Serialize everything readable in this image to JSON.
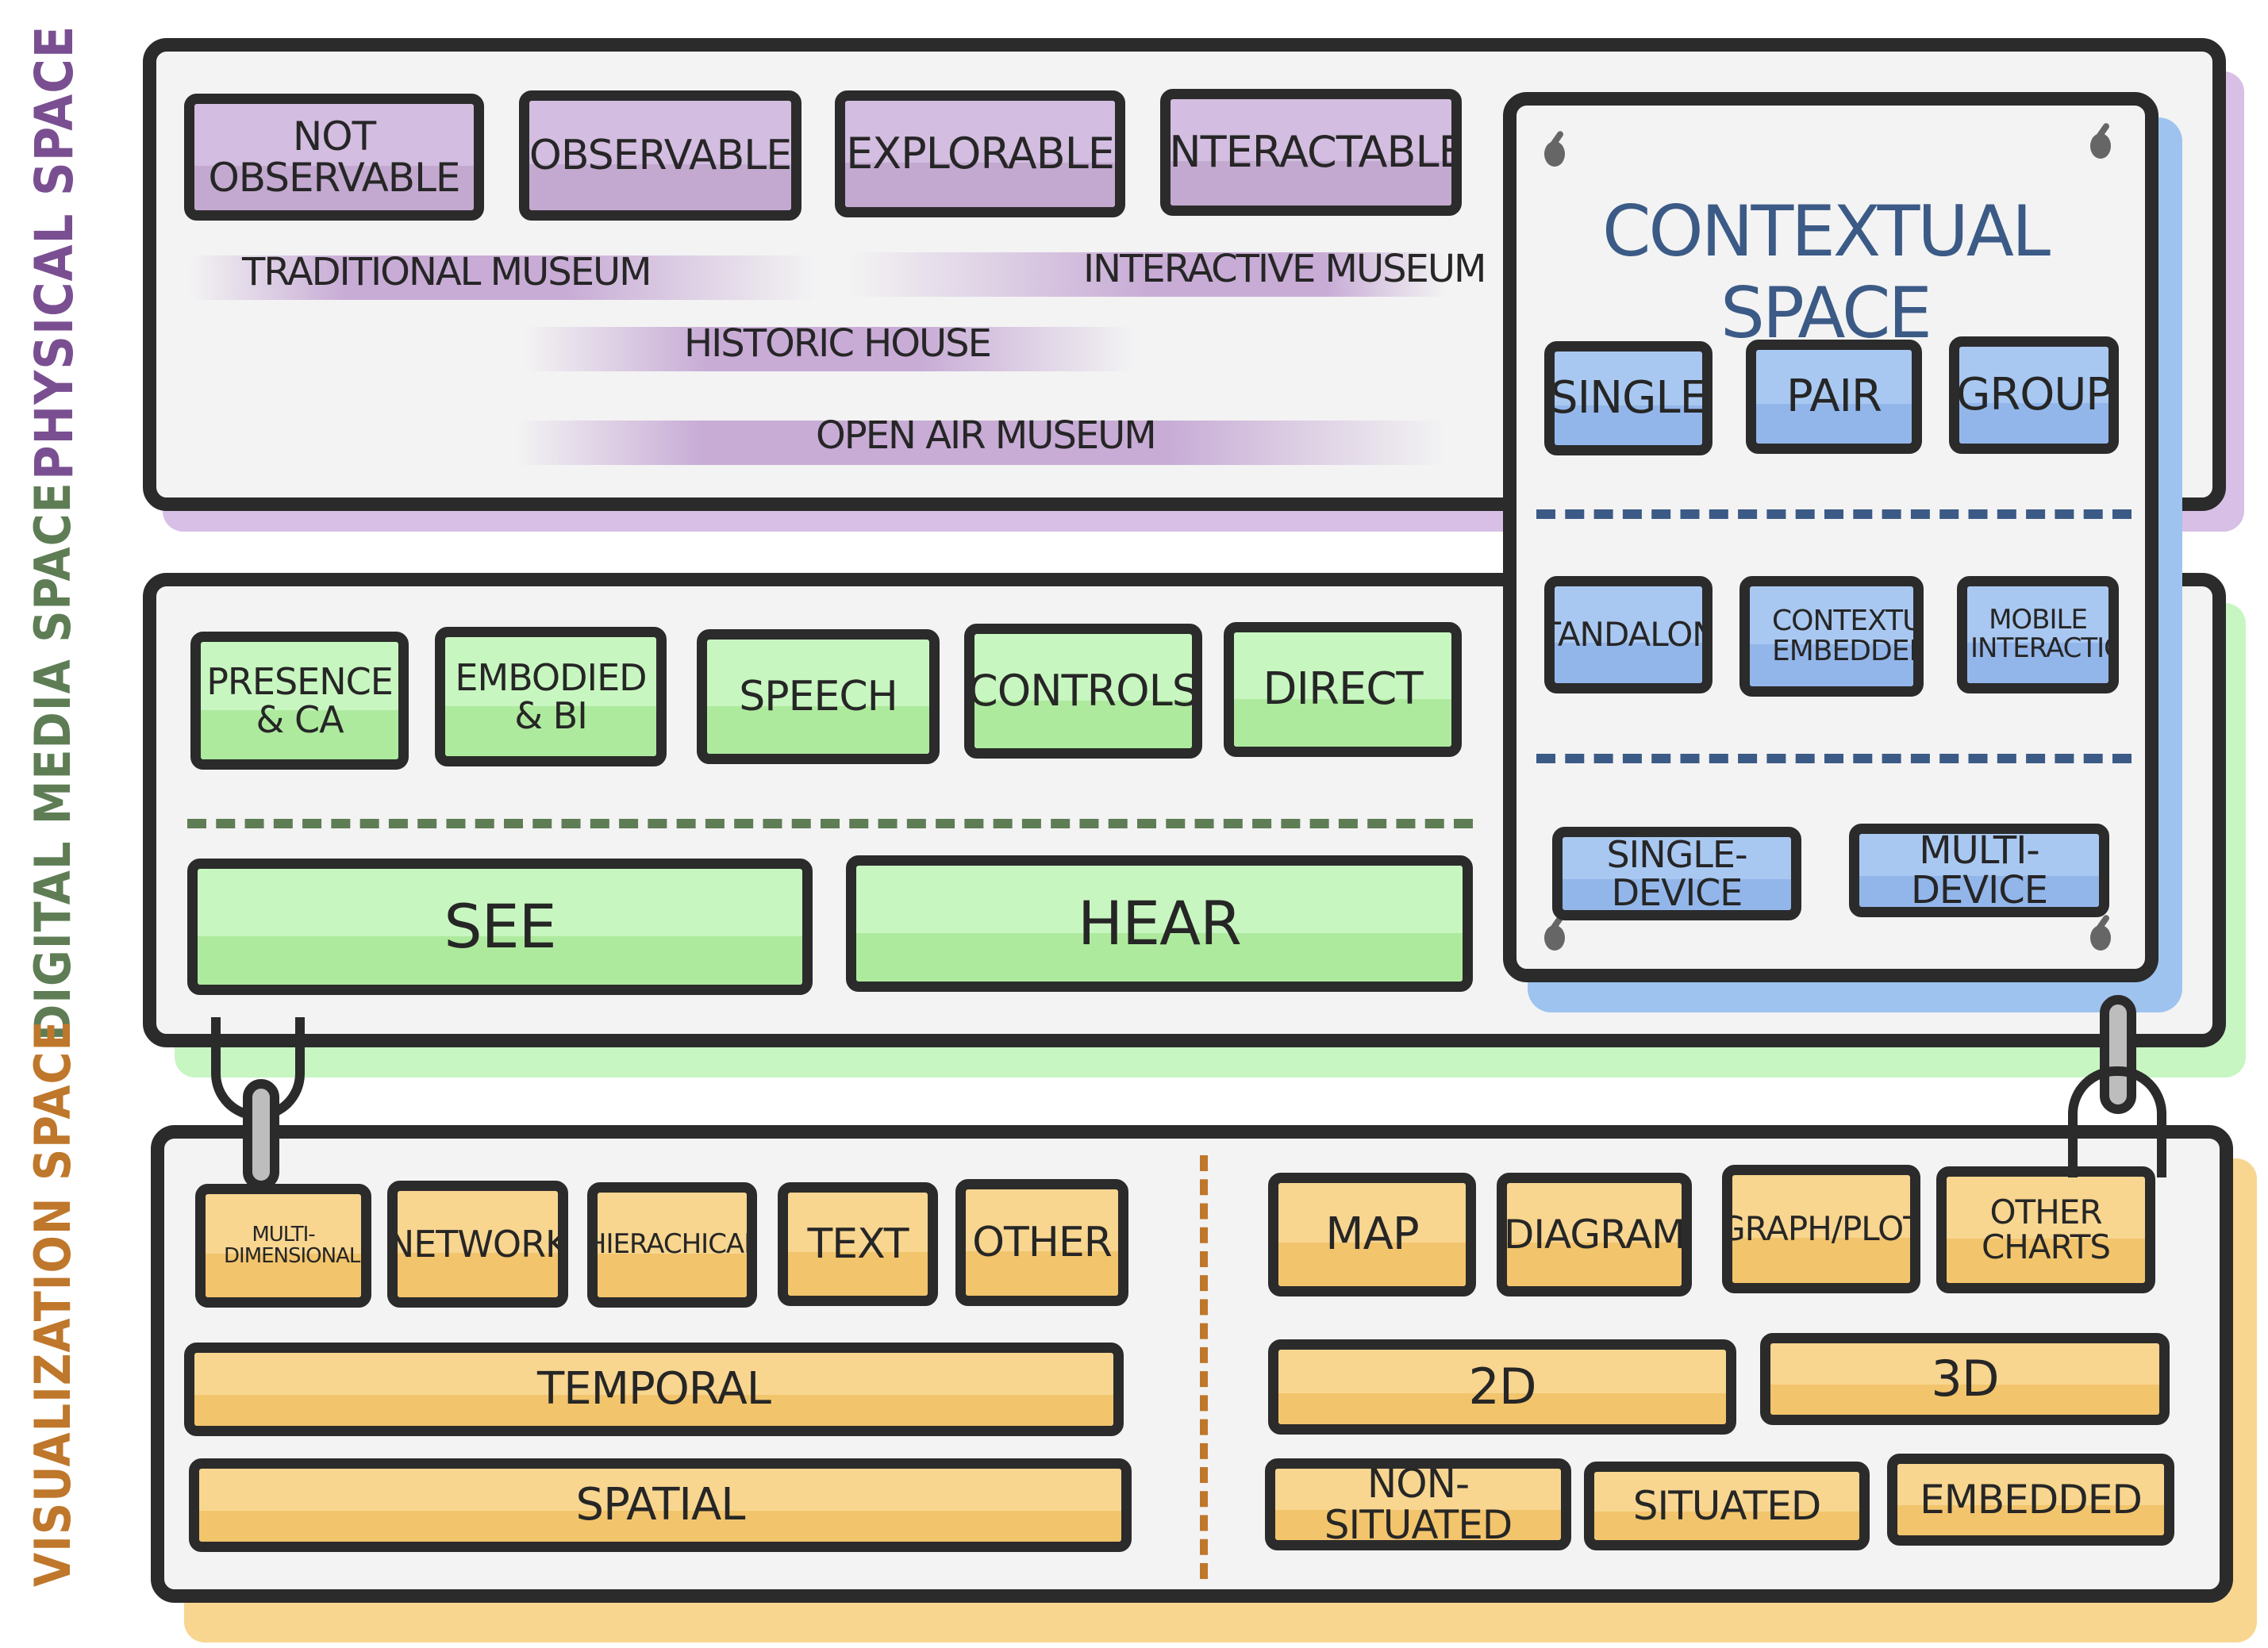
{
  "physical_space": {
    "title": "PHYSICAL SPACE",
    "color": "#7a4f91",
    "levels": [
      "NOT OBSERVABLE",
      "OBSERVABLE",
      "EXPLORABLE",
      "INTERACTABLE"
    ],
    "museum_types": [
      "TRADITIONAL MUSEUM",
      "INTERACTIVE MUSEUM",
      "HISTORIC HOUSE",
      "OPEN AIR MUSEUM"
    ]
  },
  "contextual_space": {
    "title": "CONTEXTUAL SPACE",
    "color": "#3b5a86",
    "group_sizes": [
      "SINGLE",
      "PAIR",
      "GROUP"
    ],
    "integration": [
      "STANDALONE",
      "CONTEXTUALLY EMBEDDED",
      "MOBILE INTERACTIONS"
    ],
    "devices": [
      "SINGLE-DEVICE",
      "MULTI-DEVICE"
    ]
  },
  "digital_media_space": {
    "title": "DIGITAL MEDIA SPACE",
    "color": "#5e7d55",
    "interaction_types": [
      "PRESENCE & CA",
      "EMBODIED & BI",
      "SPEECH",
      "CONTROLS",
      "DIRECT"
    ],
    "senses": [
      "SEE",
      "HEAR"
    ]
  },
  "visualization_space": {
    "title": "VISUALIZATION SPACE",
    "color": "#bf772b",
    "data_types": [
      "MULTI-DIMENSIONAL",
      "NETWORK",
      "HIERACHICAL",
      "TEXT",
      "OTHER"
    ],
    "data_dimensions": [
      "TEMPORAL",
      "SPATIAL"
    ],
    "vis_types": [
      "MAP",
      "DIAGRAM",
      "GRAPH/PLOT",
      "OTHER CHARTS"
    ],
    "dimensionality": [
      "2D",
      "3D"
    ],
    "situatedness": [
      "NON-SITUATED",
      "SITUATED",
      "EMBEDDED"
    ]
  }
}
